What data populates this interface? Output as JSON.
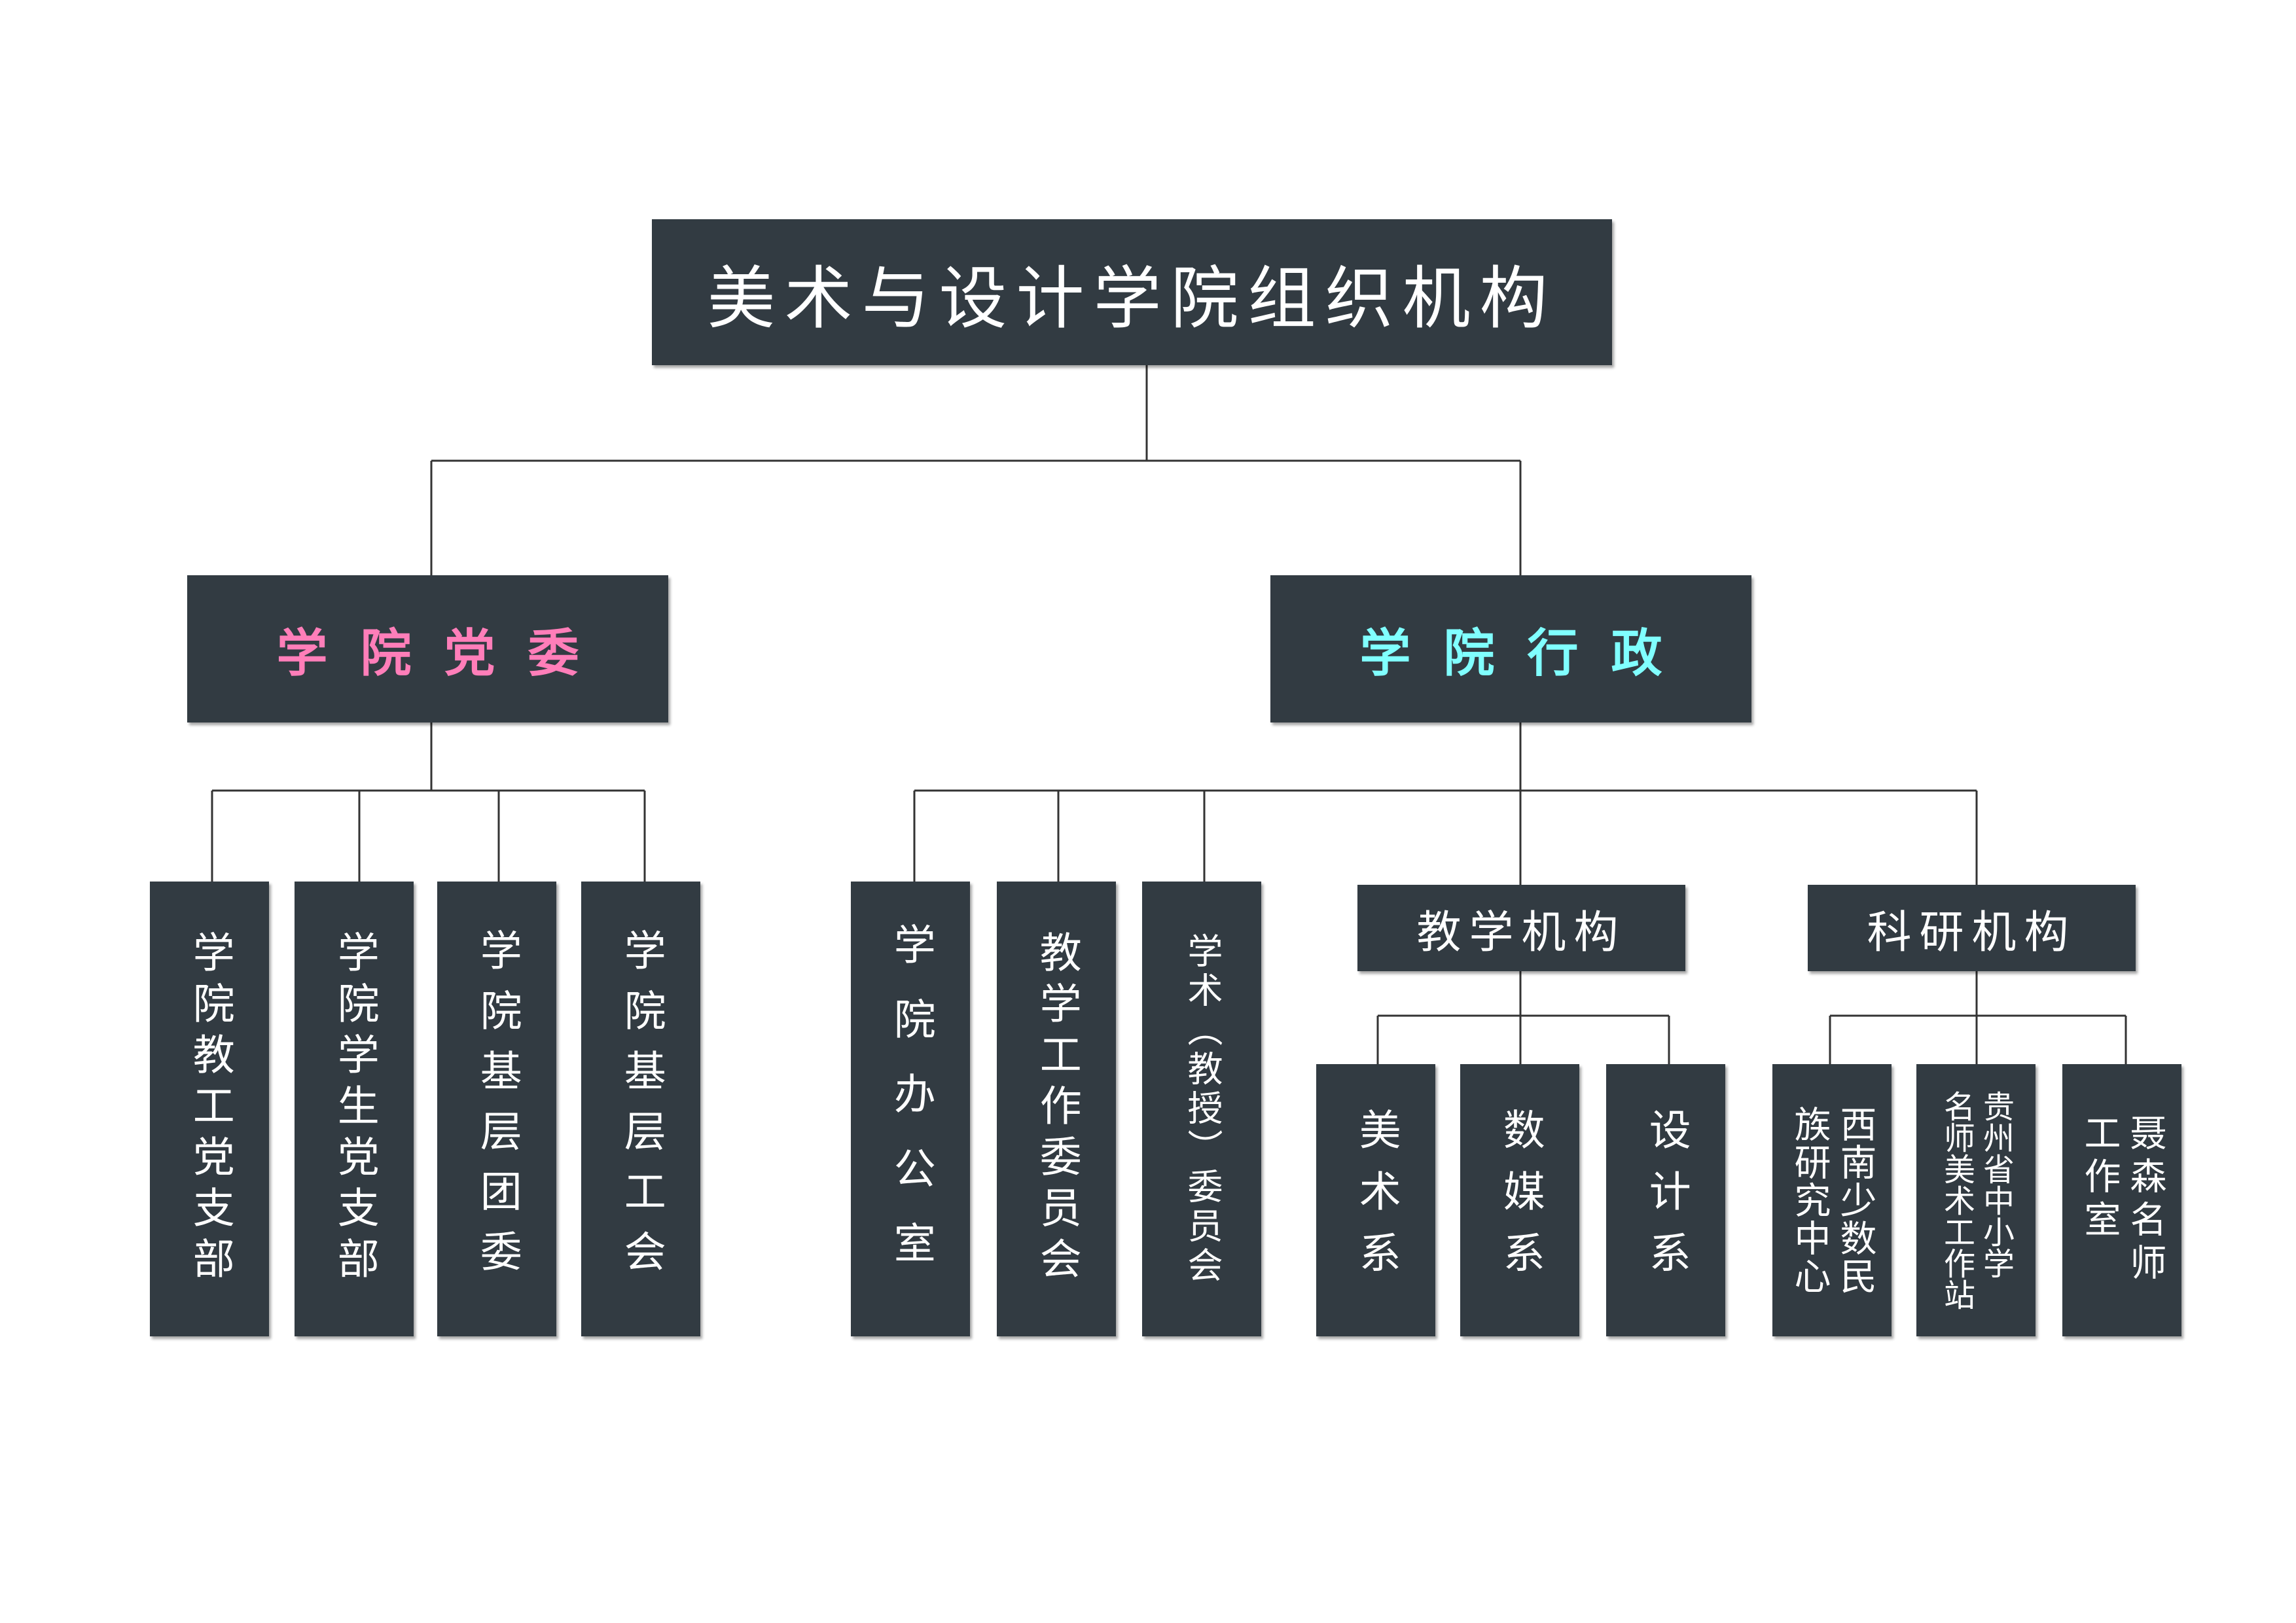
{
  "title": "美术与设计学院组织机构",
  "party": {
    "label": "学院党委",
    "color": "#ff7eb9",
    "children": [
      {
        "lines": [
          "学院教工党支部"
        ]
      },
      {
        "lines": [
          "学院学生党支部"
        ]
      },
      {
        "lines": [
          "学院基层团委"
        ]
      },
      {
        "lines": [
          "学院基层工会"
        ]
      }
    ]
  },
  "admin": {
    "label": "学院行政",
    "color": "#80ffff",
    "children": [
      {
        "lines": [
          "学院办公室"
        ]
      },
      {
        "lines": [
          "教学工作委员会"
        ]
      },
      {
        "lines": [
          "学术（教授）委员会"
        ]
      }
    ],
    "teaching": {
      "label": "教学机构",
      "children": [
        {
          "lines": [
            "美术系"
          ]
        },
        {
          "lines": [
            "数媒系"
          ]
        },
        {
          "lines": [
            "设计系"
          ]
        }
      ]
    },
    "research": {
      "label": "科研机构",
      "children": [
        {
          "lines": [
            "西南少数民",
            "族研究中心"
          ]
        },
        {
          "lines": [
            "贵州省中小学",
            "名师美术工作站"
          ]
        },
        {
          "lines": [
            "聂森名师",
            "工作室"
          ]
        }
      ]
    }
  },
  "colors": {
    "box": "#323b42",
    "line": "#333333"
  }
}
